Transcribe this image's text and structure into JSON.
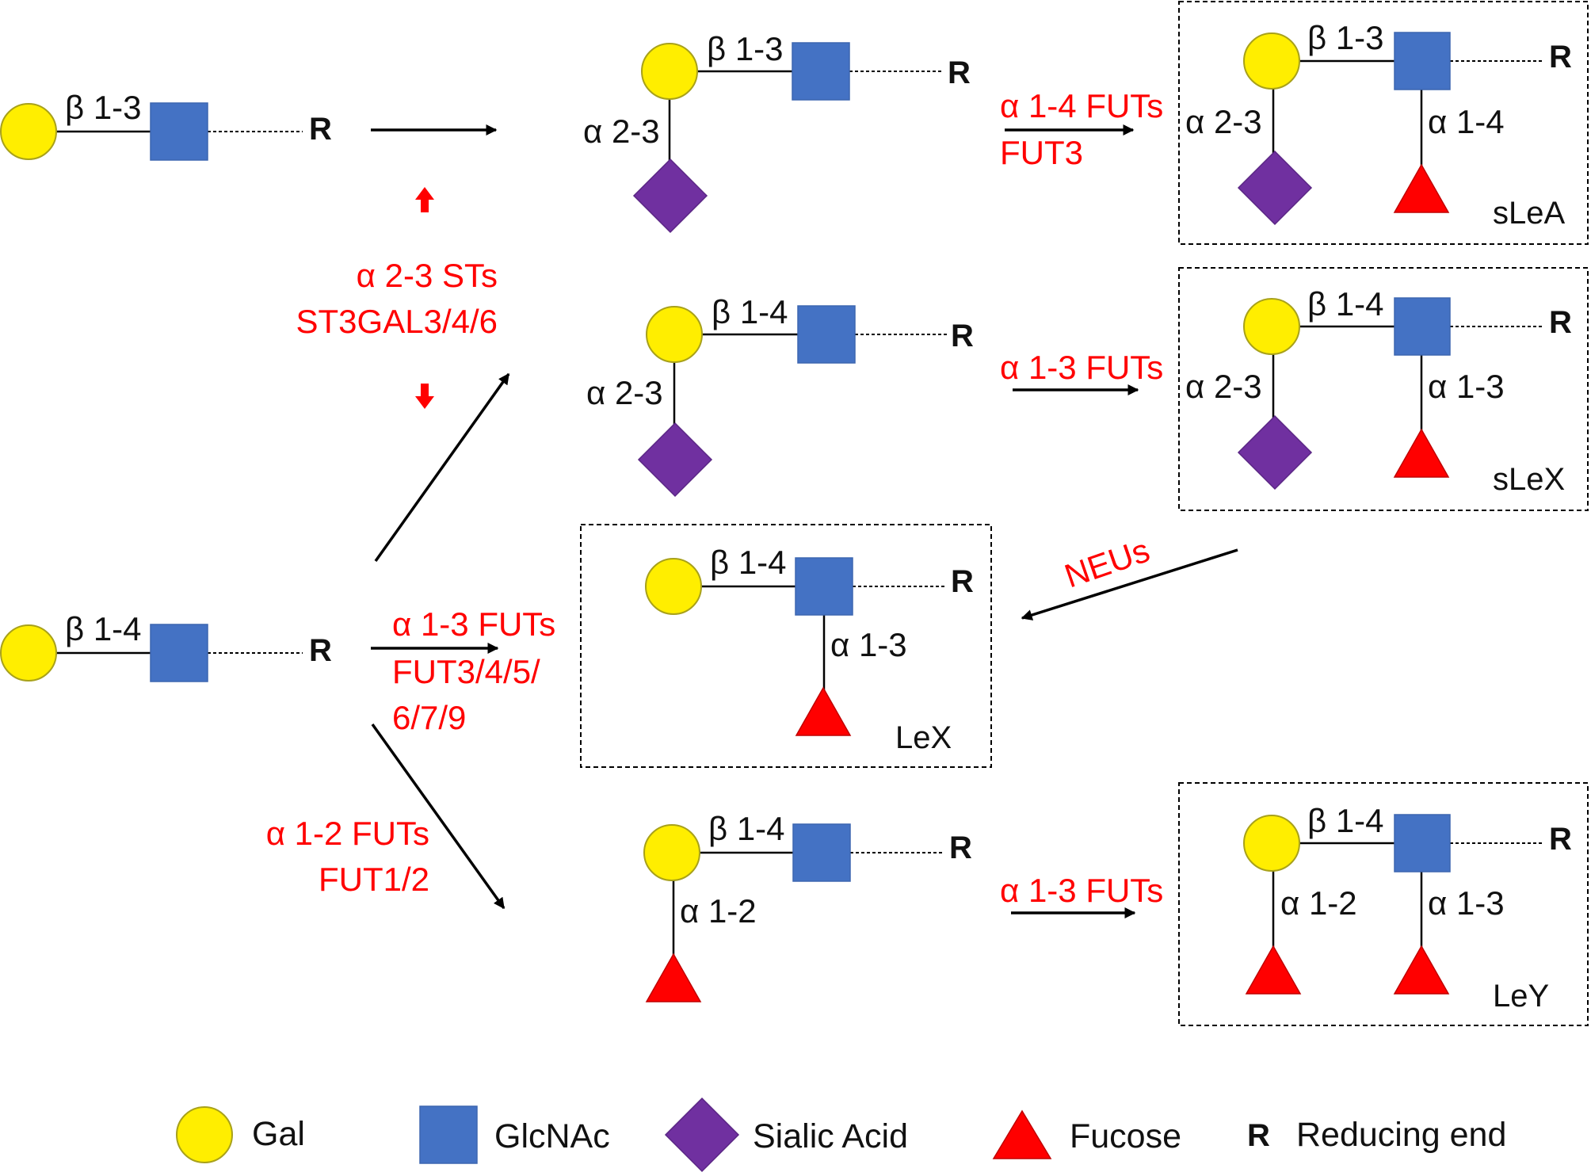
{
  "glycan_symbols": {
    "gal": {
      "color": "#ffee00",
      "shape": "circle"
    },
    "glcnac": {
      "color": "#4472c4",
      "shape": "square"
    },
    "sialic_acid": {
      "color": "#7030a0",
      "shape": "diamond"
    },
    "fucose": {
      "color": "#ff0000",
      "shape": "triangle"
    }
  },
  "reducing_end_symbol": "R",
  "precursors": {
    "type1": {
      "linkage": "β 1-3"
    },
    "type2": {
      "linkage": "β 1-4"
    }
  },
  "structures": {
    "sialyl_type1": {
      "linkage": "β 1-3",
      "branch": "α 2-3"
    },
    "sialyl_type2": {
      "linkage": "β 1-4",
      "branch": "α 2-3"
    },
    "lex": {
      "linkage": "β 1-4",
      "branch": "α 1-3",
      "name": "LeX"
    },
    "h_type2": {
      "linkage": "β 1-4",
      "branch": "α 1-2"
    },
    "slea": {
      "linkage": "β 1-3",
      "branch_left": "α 2-3",
      "branch_right": "α 1-4",
      "name": "sLeA"
    },
    "slex": {
      "linkage": "β 1-4",
      "branch_left": "α 2-3",
      "branch_right": "α 1-3",
      "name": "sLeX"
    },
    "ley": {
      "linkage": "β 1-4",
      "branch_left": "α 1-2",
      "branch_right": "α 1-3",
      "name": "LeY"
    }
  },
  "enzymes": {
    "st": {
      "line1": "α 2-3 STs",
      "line2": "ST3GAL3/4/6"
    },
    "fut_a14": {
      "line1": "α 1-4 FUTs",
      "line2": "FUT3"
    },
    "fut_a13_slex": {
      "line1": "α 1-3 FUTs"
    },
    "fut_a13_lex": {
      "line1": "α 1-3 FUTs",
      "line2": "FUT3/4/5/",
      "line3": "6/7/9"
    },
    "fut_a12": {
      "line1": "α 1-2 FUTs",
      "line2": "FUT1/2"
    },
    "fut_a13_ley": {
      "line1": "α 1-3 FUTs"
    },
    "neu": {
      "line1": "NEUs"
    }
  },
  "legend": {
    "gal": "Gal",
    "glcnac": "GlcNAc",
    "sialic_acid": "Sialic Acid",
    "fucose": "Fucose",
    "r_symbol": "R",
    "reducing_end": "Reducing end"
  }
}
